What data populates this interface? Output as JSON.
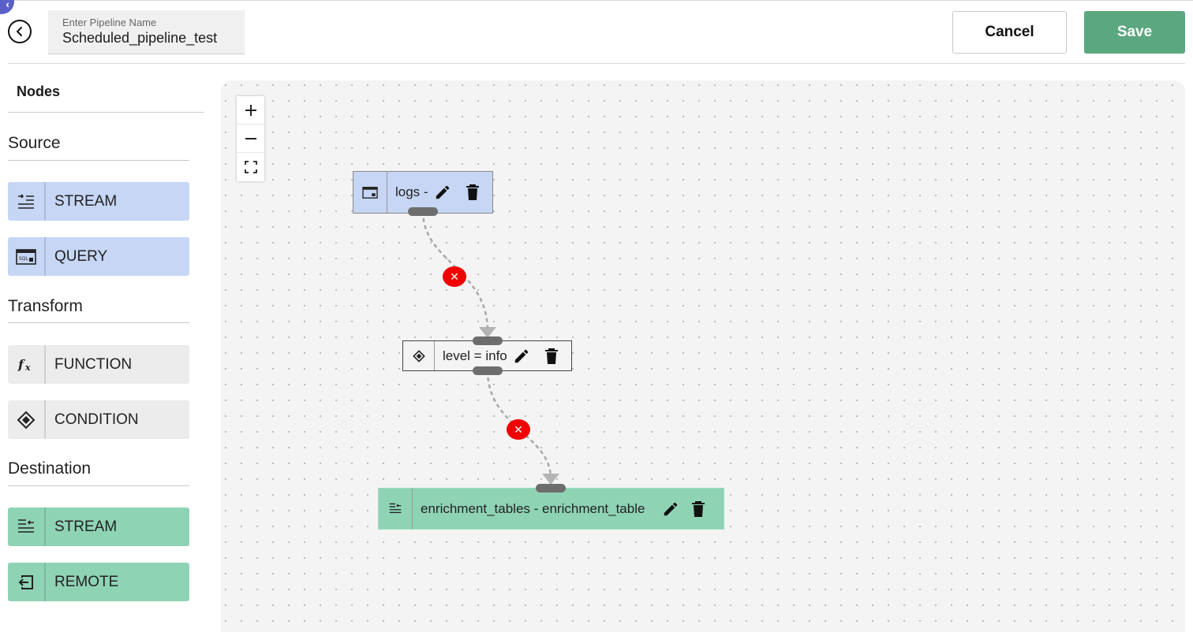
{
  "header": {
    "pipeline_name_label": "Enter Pipeline Name",
    "pipeline_name_value": "Scheduled_pipeline_test",
    "cancel_label": "Cancel",
    "save_label": "Save"
  },
  "sidebar": {
    "title": "Nodes",
    "sections": [
      {
        "title": "Source",
        "items": [
          {
            "label": "STREAM",
            "icon": "stream-input-icon"
          },
          {
            "label": "QUERY",
            "icon": "sql-query-icon"
          }
        ]
      },
      {
        "title": "Transform",
        "items": [
          {
            "label": "FUNCTION",
            "icon": "function-fx-icon"
          },
          {
            "label": "CONDITION",
            "icon": "condition-diamond-icon"
          }
        ]
      },
      {
        "title": "Destination",
        "items": [
          {
            "label": "STREAM",
            "icon": "stream-output-icon"
          },
          {
            "label": "REMOTE",
            "icon": "remote-exit-icon"
          }
        ]
      }
    ]
  },
  "canvas": {
    "nodes": [
      {
        "label": "logs -",
        "type": "query",
        "icon": "sql-query-icon"
      },
      {
        "label": "level = info",
        "type": "condition",
        "icon": "condition-diamond-icon"
      },
      {
        "label": "enrichment_tables - enrichment_table",
        "type": "stream-destination",
        "icon": "stream-output-icon"
      }
    ],
    "edge_delete_glyph": "✕"
  },
  "colors": {
    "source": "#c6d6f4",
    "transform": "#ececec",
    "destination": "#8fd3b5",
    "save": "#5ba77f",
    "edge_delete": "#f00000"
  }
}
